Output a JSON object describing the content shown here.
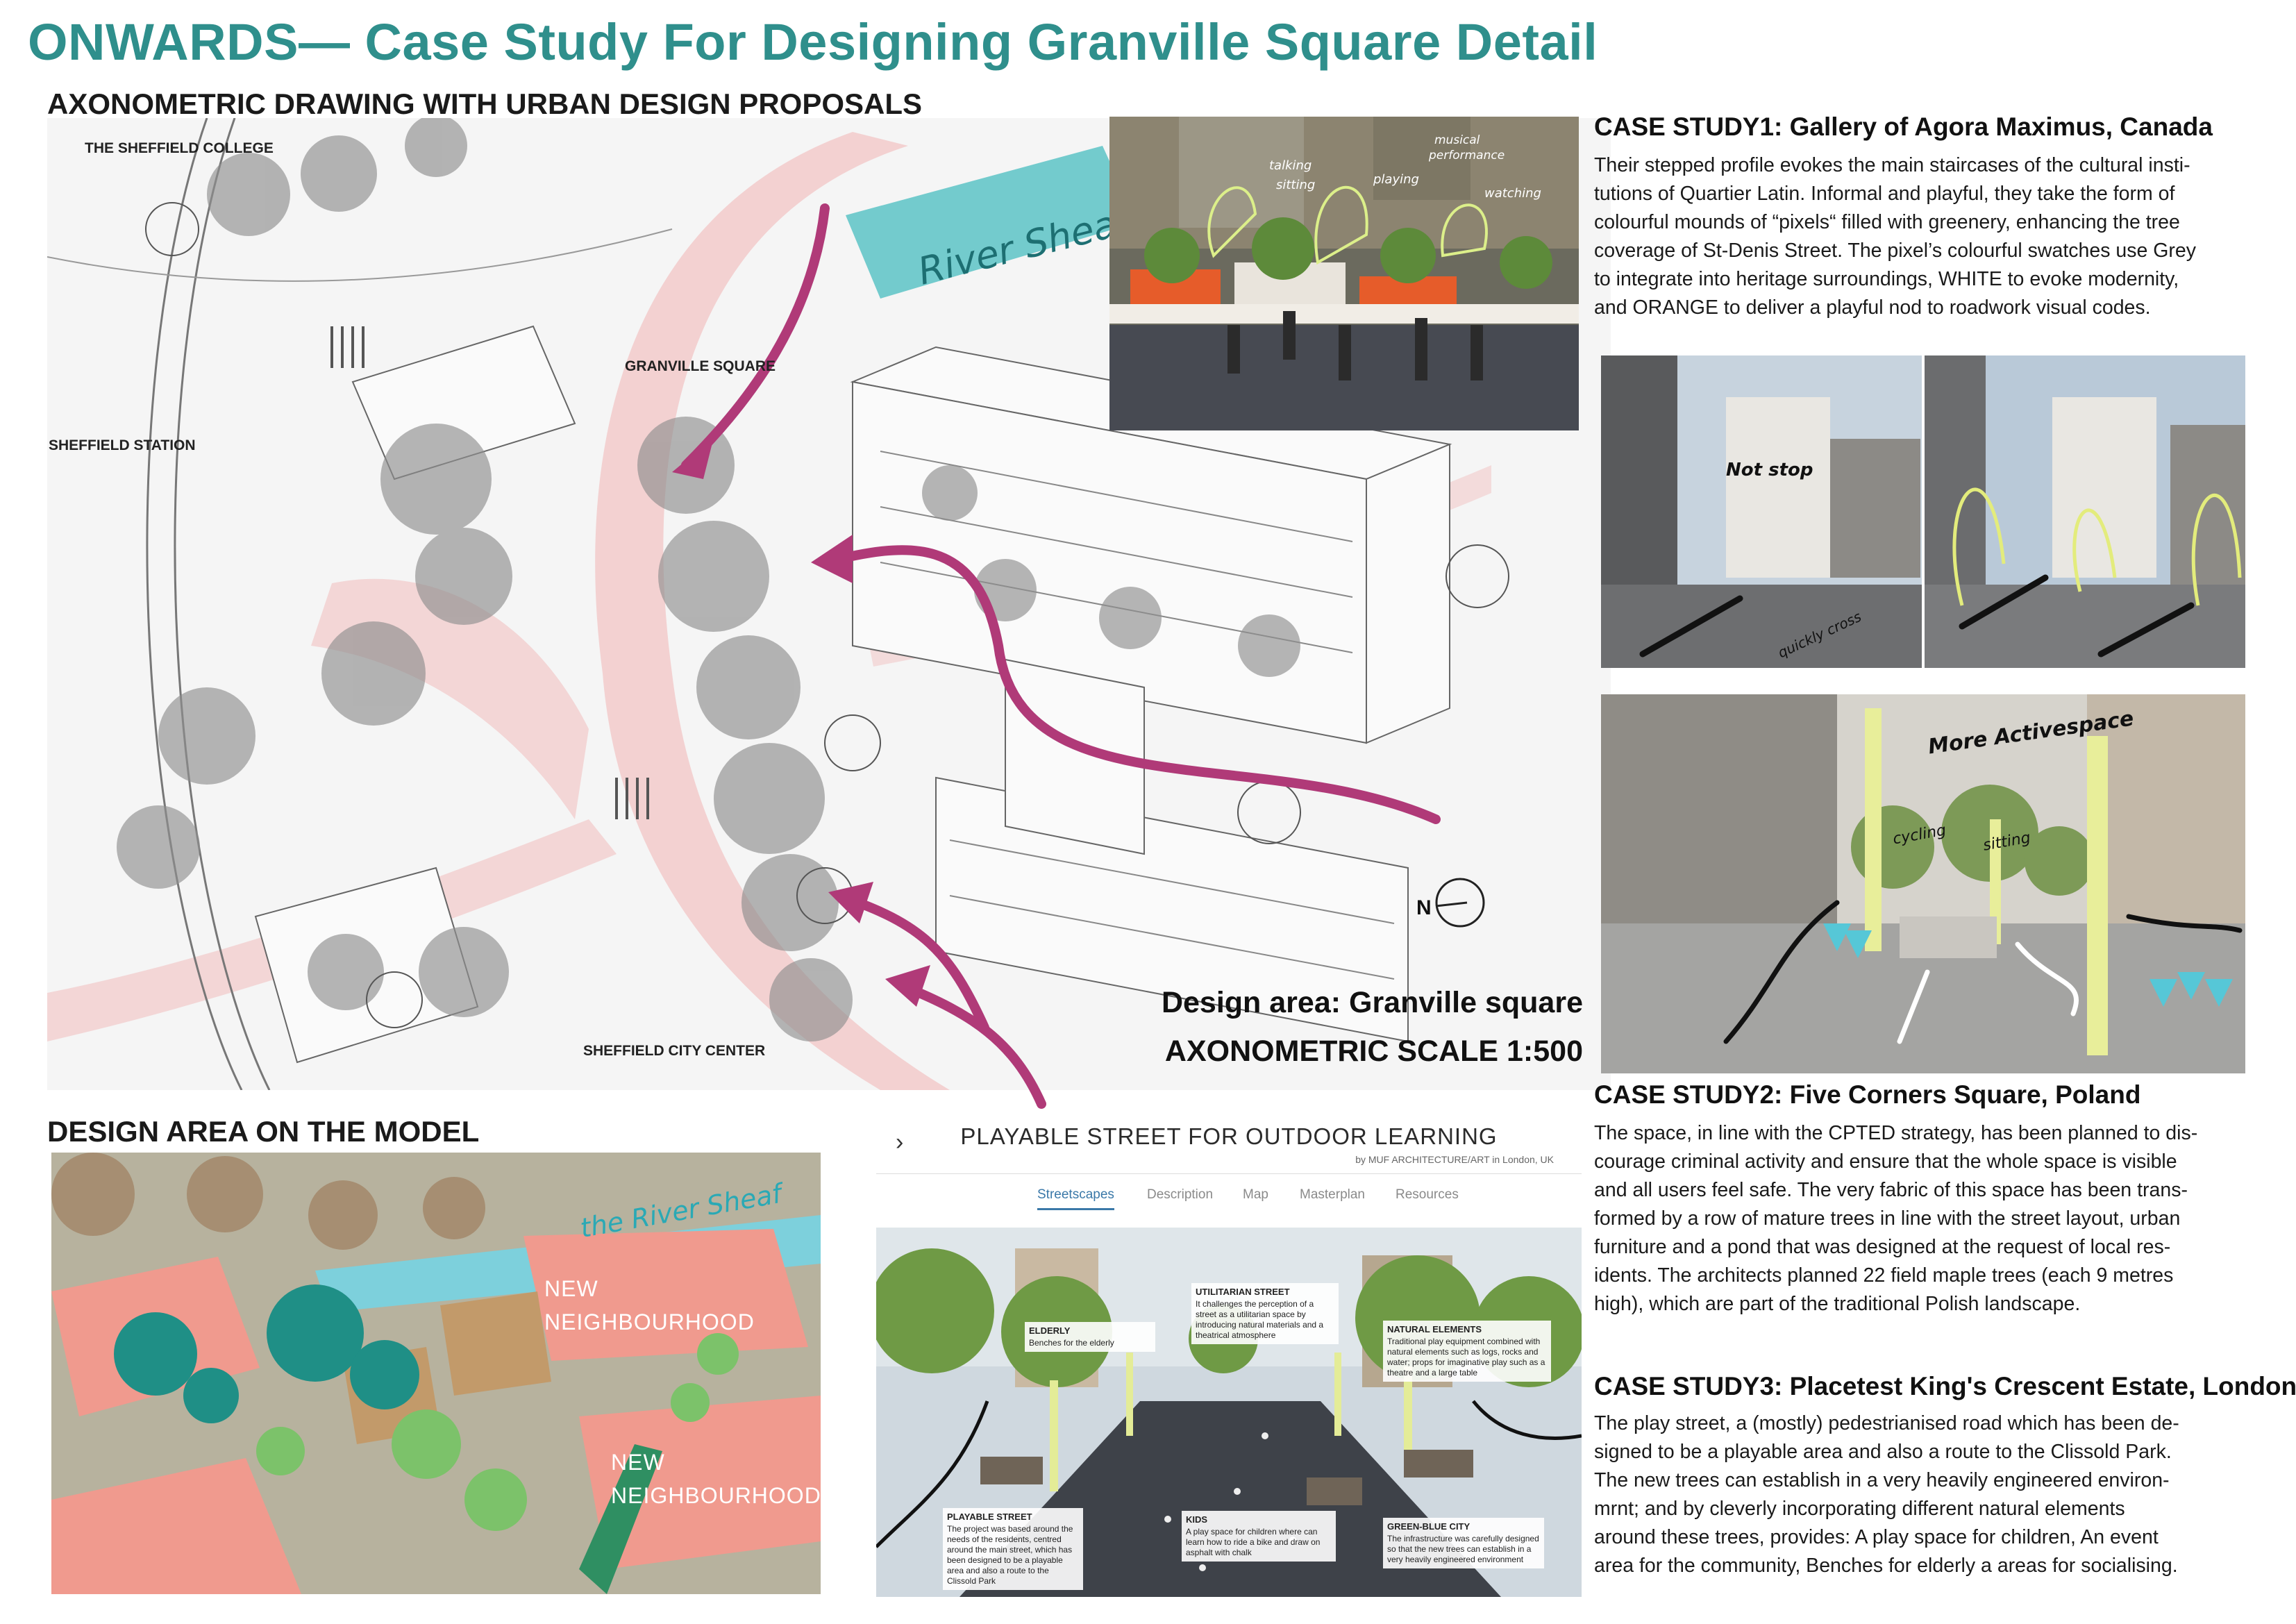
{
  "title": "ONWARDS— Case Study For Designing Granville Square Detail",
  "axonometric": {
    "heading": "AXONOMETRIC DRAWING WITH URBAN DESIGN PROPOSALS",
    "labels": {
      "college": "THE SHEFFIELD COLLEGE",
      "granville": "GRANVILLE SQUARE",
      "station": "SHEFFIELD STATION",
      "city_center": "SHEFFIELD CITY CENTER",
      "river": "River Sheaf"
    },
    "north": "N",
    "design_area": "Design area: Granville square",
    "scale": "AXONOMETRIC SCALE 1:500"
  },
  "photo1_notes": [
    "talking",
    "sitting",
    "playing",
    "musical",
    "performance",
    "watching"
  ],
  "photo2_notes": [
    "Not stop",
    "quickly cross"
  ],
  "photo3_notes": [
    "More Activespace",
    "cycling",
    "sitting"
  ],
  "case1": {
    "title": "CASE STUDY1: Gallery of Agora Maximus, Canada",
    "lines": [
      "Their stepped profile evokes the main staircases of the cultural  insti-",
      "tutions of Quartier Latin. Informal and playful, they take the form of",
      "colourful mounds of “pixels“ filled with greenery, enhancing the tree",
      "coverage of St-Denis Street. The pixel’s colourful swatches use Grey",
      "to integrate into heritage surroundings, WHITE to evoke modernity,",
      "and ORANGE to deliver a playful nod to roadwork visual codes."
    ]
  },
  "case2": {
    "title": "CASE STUDY2: Five Corners Square, Poland",
    "lines": [
      "The space, in line with the CPTED strategy, has been planned to dis-",
      "courage criminal activity and ensure that the whole space is visible",
      "and all users feel safe. The very fabric of this space has been trans-",
      "formed by a row of mature trees in line with the street layout, urban",
      "furniture and a pond that was designed at the request of local res-",
      "idents. The architects planned 22 field maple trees (each 9 metres",
      "high), which are part of the traditional Polish landscape."
    ]
  },
  "case3": {
    "title": "CASE STUDY3: Placetest King's Crescent Estate, London",
    "lines": [
      "The play street, a (mostly) pedestrianised road which has been de-",
      "signed to be a playable area and also a route to the Clissold Park.",
      "The new trees can establish in a very heavily engineered environ-",
      "mrnt; and by cleverly incorporating different natural elements",
      "around these trees, provides: A play space for children, An event",
      "area for the community, Benches for elderly a areas for socialising."
    ]
  },
  "model": {
    "heading": "DESIGN AREA ON THE MODEL",
    "river": "the River Sheaf",
    "hood1": [
      "NEW",
      "NEIGHBOURHOOD"
    ],
    "hood2": [
      "NEW",
      "NEIGHBOURHOOD"
    ]
  },
  "playable": {
    "chevron": "›",
    "title": "PLAYABLE STREET FOR OUTDOOR LEARNING",
    "byline": "by MUF ARCHITECTURE/ART in London, UK",
    "tabs": [
      "Streetscapes",
      "Description",
      "Map",
      "Masterplan",
      "Resources"
    ],
    "callouts": {
      "utilitarian": {
        "title": "UTILITARIAN STREET",
        "text": "It challenges the perception of a street as a utilitarian space by introducing natural materials and a theatrical atmosphere"
      },
      "elderly": {
        "title": "ELDERLY",
        "text": "Benches for the elderly"
      },
      "natural": {
        "title": "NATURAL ELEMENTS",
        "text": "Traditional play equipment combined with natural elements such as logs, rocks and water; props for imaginative play such as a theatre and a large table"
      },
      "playable": {
        "title": "PLAYABLE STREET",
        "text": "The project was based around the needs of the residents, centred around the main street, which has been designed to be a playable area and also a route to the Clissold Park"
      },
      "kids": {
        "title": "KIDS",
        "text": "A play space for children where can learn how to ride a bike and draw on asphalt with chalk"
      },
      "greenblue": {
        "title": "GREEN-BLUE CITY",
        "text": "The infrastructure was carefully designed so that the new trees can establish in a very heavily engineered environment"
      }
    }
  },
  "colors": {
    "title": "#2f8f8c",
    "arrow": "#b03a78",
    "river": "#5cc3c6",
    "pink": "#f2c2c2",
    "model_pink": "#f09a8e"
  }
}
